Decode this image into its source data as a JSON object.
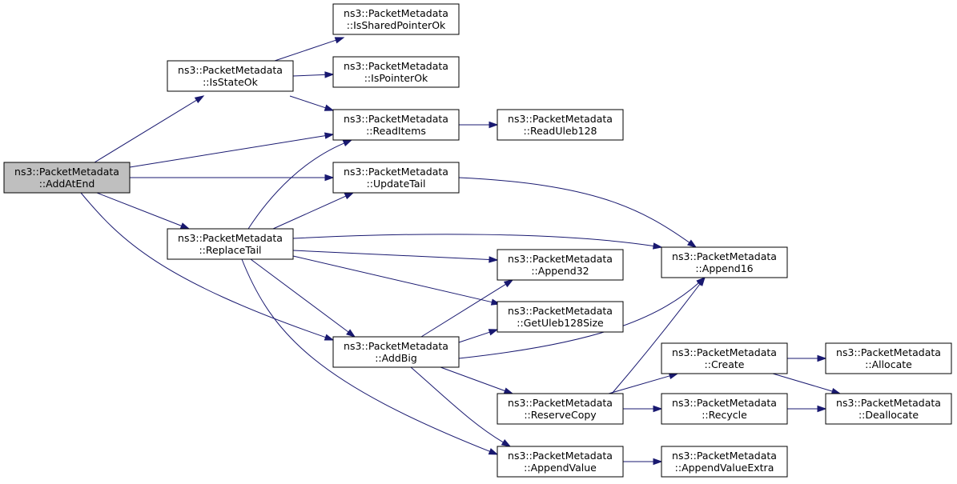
{
  "diagram": {
    "nodes": [
      {
        "id": "AddAtEnd",
        "line1": "ns3::PacketMetadata",
        "line2": "::AddAtEnd",
        "highlight": true
      },
      {
        "id": "IsStateOk",
        "line1": "ns3::PacketMetadata",
        "line2": "::IsStateOk"
      },
      {
        "id": "IsSharedPointerOk",
        "line1": "ns3::PacketMetadata",
        "line2": "::IsSharedPointerOk"
      },
      {
        "id": "IsPointerOk",
        "line1": "ns3::PacketMetadata",
        "line2": "::IsPointerOk"
      },
      {
        "id": "ReadItems",
        "line1": "ns3::PacketMetadata",
        "line2": "::ReadItems"
      },
      {
        "id": "ReadUleb128",
        "line1": "ns3::PacketMetadata",
        "line2": "::ReadUleb128"
      },
      {
        "id": "UpdateTail",
        "line1": "ns3::PacketMetadata",
        "line2": "::UpdateTail"
      },
      {
        "id": "ReplaceTail",
        "line1": "ns3::PacketMetadata",
        "line2": "::ReplaceTail"
      },
      {
        "id": "Append16",
        "line1": "ns3::PacketMetadata",
        "line2": "::Append16"
      },
      {
        "id": "Append32",
        "line1": "ns3::PacketMetadata",
        "line2": "::Append32"
      },
      {
        "id": "GetUleb128Size",
        "line1": "ns3::PacketMetadata",
        "line2": "::GetUleb128Size"
      },
      {
        "id": "AddBig",
        "line1": "ns3::PacketMetadata",
        "line2": "::AddBig"
      },
      {
        "id": "Create",
        "line1": "ns3::PacketMetadata",
        "line2": "::Create"
      },
      {
        "id": "Allocate",
        "line1": "ns3::PacketMetadata",
        "line2": "::Allocate"
      },
      {
        "id": "ReserveCopy",
        "line1": "ns3::PacketMetadata",
        "line2": "::ReserveCopy"
      },
      {
        "id": "Recycle",
        "line1": "ns3::PacketMetadata",
        "line2": "::Recycle"
      },
      {
        "id": "Deallocate",
        "line1": "ns3::PacketMetadata",
        "line2": "::Deallocate"
      },
      {
        "id": "AppendValue",
        "line1": "ns3::PacketMetadata",
        "line2": "::AppendValue"
      },
      {
        "id": "AppendValueExtra",
        "line1": "ns3::PacketMetadata",
        "line2": "::AppendValueExtra"
      }
    ],
    "edges": [
      {
        "from": "AddAtEnd",
        "to": "IsStateOk"
      },
      {
        "from": "AddAtEnd",
        "to": "ReadItems"
      },
      {
        "from": "AddAtEnd",
        "to": "UpdateTail"
      },
      {
        "from": "AddAtEnd",
        "to": "ReplaceTail"
      },
      {
        "from": "AddAtEnd",
        "to": "AddBig"
      },
      {
        "from": "IsStateOk",
        "to": "IsSharedPointerOk"
      },
      {
        "from": "IsStateOk",
        "to": "IsPointerOk"
      },
      {
        "from": "IsStateOk",
        "to": "ReadItems"
      },
      {
        "from": "ReadItems",
        "to": "ReadUleb128"
      },
      {
        "from": "UpdateTail",
        "to": "Append16"
      },
      {
        "from": "ReplaceTail",
        "to": "ReadItems"
      },
      {
        "from": "ReplaceTail",
        "to": "UpdateTail"
      },
      {
        "from": "ReplaceTail",
        "to": "Append16"
      },
      {
        "from": "ReplaceTail",
        "to": "Append32"
      },
      {
        "from": "ReplaceTail",
        "to": "GetUleb128Size"
      },
      {
        "from": "ReplaceTail",
        "to": "AddBig"
      },
      {
        "from": "ReplaceTail",
        "to": "AppendValue"
      },
      {
        "from": "AddBig",
        "to": "Append32"
      },
      {
        "from": "AddBig",
        "to": "GetUleb128Size"
      },
      {
        "from": "AddBig",
        "to": "Append16"
      },
      {
        "from": "AddBig",
        "to": "ReserveCopy"
      },
      {
        "from": "AddBig",
        "to": "AppendValue"
      },
      {
        "from": "ReserveCopy",
        "to": "Create"
      },
      {
        "from": "ReserveCopy",
        "to": "Append16"
      },
      {
        "from": "ReserveCopy",
        "to": "Recycle"
      },
      {
        "from": "Create",
        "to": "Allocate"
      },
      {
        "from": "Create",
        "to": "Deallocate"
      },
      {
        "from": "Recycle",
        "to": "Deallocate"
      },
      {
        "from": "AppendValue",
        "to": "AppendValueExtra"
      }
    ]
  }
}
